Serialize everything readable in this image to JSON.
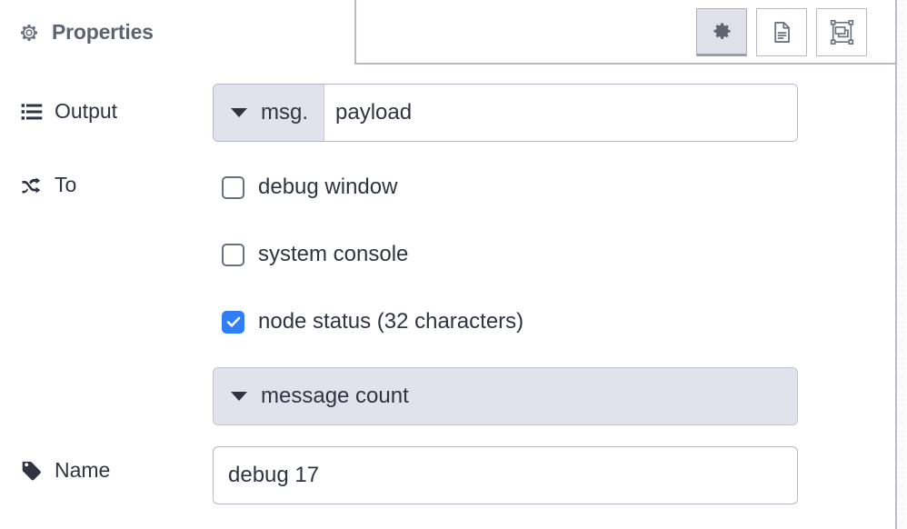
{
  "panel": {
    "tab": {
      "label": "Properties",
      "icon": "gear-icon"
    },
    "toolbar": {
      "buttons": [
        {
          "name": "properties-tab-button",
          "icon": "gear-icon",
          "active": true
        },
        {
          "name": "description-tab-button",
          "icon": "document-icon",
          "active": false
        },
        {
          "name": "appearance-tab-button",
          "icon": "appearance-icon",
          "active": false
        }
      ]
    }
  },
  "form": {
    "output": {
      "label": "Output",
      "icon": "list-icon",
      "type_label": "msg.",
      "value": "payload",
      "placeholder": "payload"
    },
    "to": {
      "label": "To",
      "icon": "shuffle-icon",
      "options": [
        {
          "label": "debug window",
          "checked": false
        },
        {
          "label": "system console",
          "checked": false
        },
        {
          "label": "node status (32 characters)",
          "checked": true
        }
      ],
      "status_select": {
        "value": "message count"
      }
    },
    "name": {
      "label": "Name",
      "icon": "tag-icon",
      "value": "debug 17",
      "placeholder": "Name"
    }
  },
  "colors": {
    "accent_checked": "#2f7ef5",
    "lavender": "#e2e2ec",
    "border": "#b7bac4",
    "text": "#2f3440",
    "header_text": "#5b6473"
  }
}
